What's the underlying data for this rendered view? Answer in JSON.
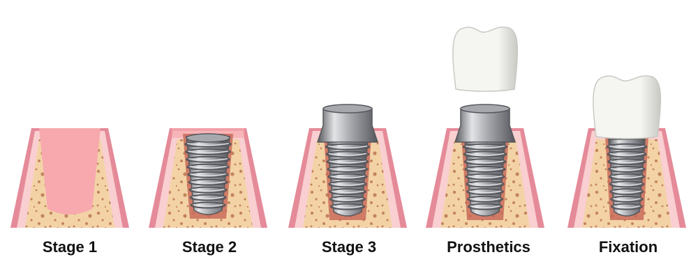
{
  "stages": [
    {
      "label": "Stage 1"
    },
    {
      "label": "Stage 2"
    },
    {
      "label": "Stage 3"
    },
    {
      "label": "Prosthetics"
    },
    {
      "label": "Fixation"
    }
  ],
  "colors": {
    "gum_outer": "#e58a98",
    "gum_inner": "#f9cfd1",
    "gum_socket": "#f7a9ae",
    "bone": "#f3d3a6",
    "bone_spots": "#c4845d",
    "socket_rim": "#c96b5a",
    "metal_light": "#e3e4e6",
    "metal_mid": "#a6a8ad",
    "metal_dark": "#55575c",
    "crown": "#f5f5f2",
    "crown_shadow": "#c9c9c4"
  }
}
